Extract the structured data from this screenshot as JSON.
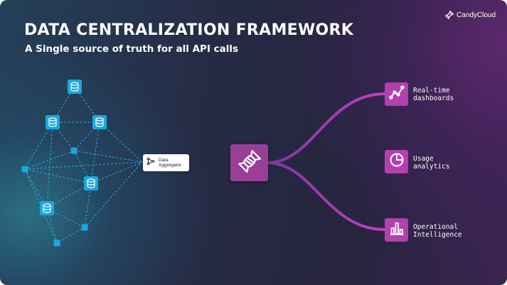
{
  "header": {
    "title": "DATA CENTRALIZATION FRAMEWORK",
    "subtitle": "A Single source of truth for all API calls"
  },
  "brand": {
    "name": "CandyCloud",
    "icon": "candy-icon"
  },
  "aggregator": {
    "label": "Data Aggregator",
    "icon": "branch-icon"
  },
  "hub": {
    "icon": "candy-icon",
    "color": "#9a3f98"
  },
  "outputs": [
    {
      "label": "Real-time\ndashboards",
      "icon": "line-chart-icon"
    },
    {
      "label": "Usage\nanalytics",
      "icon": "pie-chart-icon"
    },
    {
      "label": "Operational\nIntelligence",
      "icon": "bar-chart-icon"
    }
  ],
  "colors": {
    "accent_magenta": "#b33fb0",
    "node_blue": "#1aa8e0",
    "connector_blue": "#2f6fb0"
  }
}
